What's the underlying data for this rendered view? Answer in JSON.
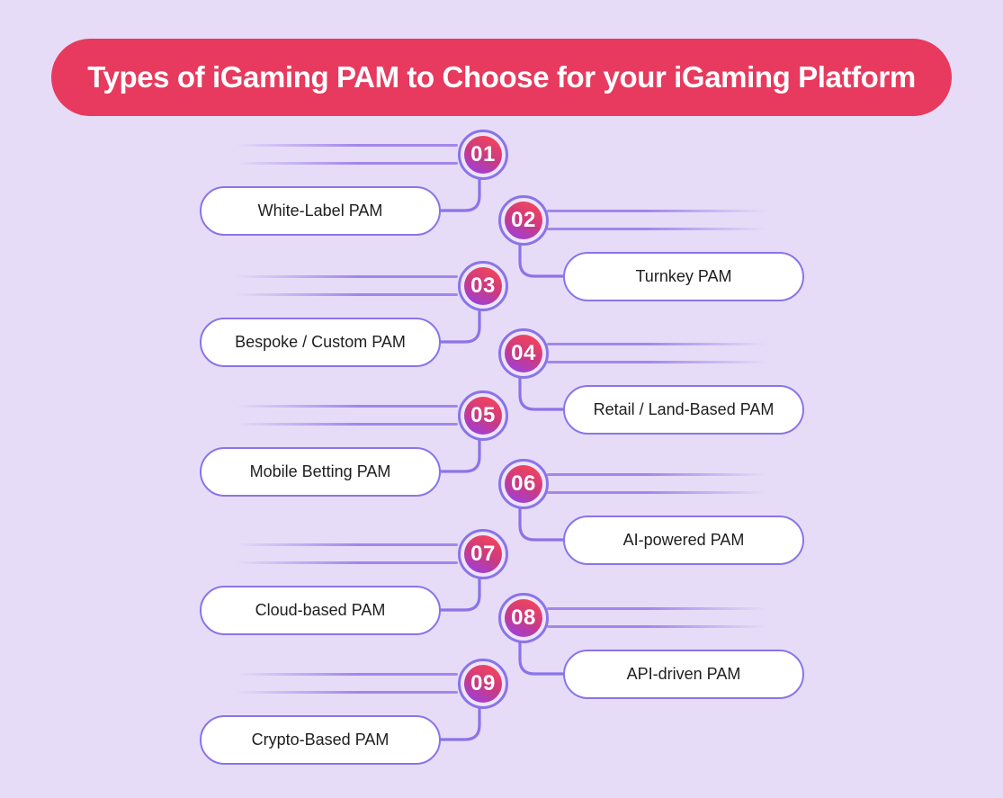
{
  "title": "Types of iGaming PAM to Choose for your iGaming Platform",
  "items": [
    {
      "number": "01",
      "label": "White-Label PAM"
    },
    {
      "number": "02",
      "label": "Turnkey PAM"
    },
    {
      "number": "03",
      "label": "Bespoke / Custom PAM"
    },
    {
      "number": "04",
      "label": "Retail / Land-Based PAM"
    },
    {
      "number": "05",
      "label": "Mobile Betting PAM"
    },
    {
      "number": "06",
      "label": "AI-powered PAM"
    },
    {
      "number": "07",
      "label": "Cloud-based PAM"
    },
    {
      "number": "08",
      "label": "API-driven PAM"
    },
    {
      "number": "09",
      "label": "Crypto-Based PAM"
    }
  ],
  "colors": {
    "background": "#E6DCF7",
    "banner": "#E73A5E",
    "title_text": "#FFFFFF",
    "accent_purple": "#8A74E8",
    "line_purple": "#9E81EC",
    "circle_gradient_top": "#F5455A",
    "circle_gradient_mid": "#CA3A82",
    "circle_gradient_bottom": "#9A40E4",
    "pill_fill": "#FFFFFF",
    "pill_text": "#1E1E1E"
  }
}
